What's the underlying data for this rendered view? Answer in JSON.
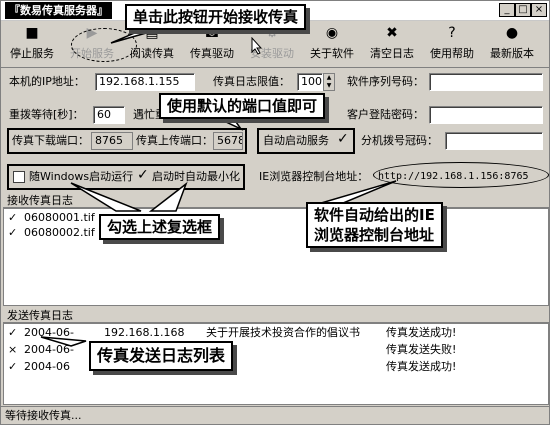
{
  "window": {
    "title": "『数易传真服务器』",
    "btn_min": "_",
    "btn_max": "□",
    "btn_close": "×"
  },
  "toolbar": [
    {
      "label": "停止服务",
      "icon": "stop-icon",
      "glyph": "■",
      "enabled": true
    },
    {
      "label": "开始服务",
      "icon": "start-icon",
      "glyph": "▶",
      "enabled": false
    },
    {
      "label": "阅读传真",
      "icon": "read-fax-icon",
      "glyph": "▤",
      "enabled": true
    },
    {
      "label": "传真驱动",
      "icon": "fax-driver-icon",
      "glyph": "☎",
      "enabled": true
    },
    {
      "label": "安装驱动",
      "icon": "install-driver-icon",
      "glyph": "⚙",
      "enabled": false
    },
    {
      "label": "关于软件",
      "icon": "about-icon",
      "glyph": "◉",
      "enabled": true
    },
    {
      "label": "清空日志",
      "icon": "clear-log-icon",
      "glyph": "✖",
      "enabled": true
    },
    {
      "label": "使用帮助",
      "icon": "help-icon",
      "glyph": "?",
      "enabled": true
    },
    {
      "label": "最新版本",
      "icon": "update-icon",
      "glyph": "●",
      "enabled": true
    }
  ],
  "settings": {
    "ip_label": "本机的IP地址：",
    "ip_value": "192.168.1.155",
    "log_limit_label": "传真日志限值：",
    "log_limit_value": "100",
    "serial_label": "软件序列号码：",
    "redial_label": "重拨等待[秒]：",
    "redial_value": "60",
    "busy_label": "遇忙重拨",
    "client_pwd_label": "客户登陆密码：",
    "download_port_label": "传真下载端口：",
    "download_port_value": "8765",
    "upload_port_label": "传真上传端口：",
    "upload_port_value": "5678",
    "auto_start_label": "自动启动服务",
    "ext_prefix_label": "分机拨号冠码：",
    "startup_with_windows_label": "随Windows启动运行",
    "minimize_on_start_label": "启动时自动最小化",
    "ie_console_label": "IE浏览器控制台地址：",
    "ie_console_value": "http://192.168.1.156:8765"
  },
  "receive_log": {
    "header": "接收传真日志",
    "rows": [
      "06080001.tif",
      "06080002.tif"
    ]
  },
  "send_log": {
    "header": "发送传真日志",
    "rows": [
      {
        "date": "2004-06-",
        "ip": "192.168.1.168",
        "subject": "关于开展技术投资合作的倡议书",
        "status": "传真发送成功!",
        "mark": "✓"
      },
      {
        "date": "2004-06-",
        "ip": "",
        "subject": "",
        "status": "传真发送失败!",
        "mark": "×"
      },
      {
        "date": "2004-06",
        "ip": "",
        "subject": "",
        "status": "传真发送成功!",
        "mark": "✓"
      }
    ]
  },
  "status_bar": "等待接收传真...",
  "callouts": {
    "start_button": "单击此按钮开始接收传真",
    "default_port": "使用默认的端口值即可",
    "check_boxes": "勾选上述复选框",
    "ie_console_line1": "软件自动给出的IE",
    "ie_console_line2": "浏览器控制台地址",
    "send_log_list": "传真发送日志列表"
  }
}
